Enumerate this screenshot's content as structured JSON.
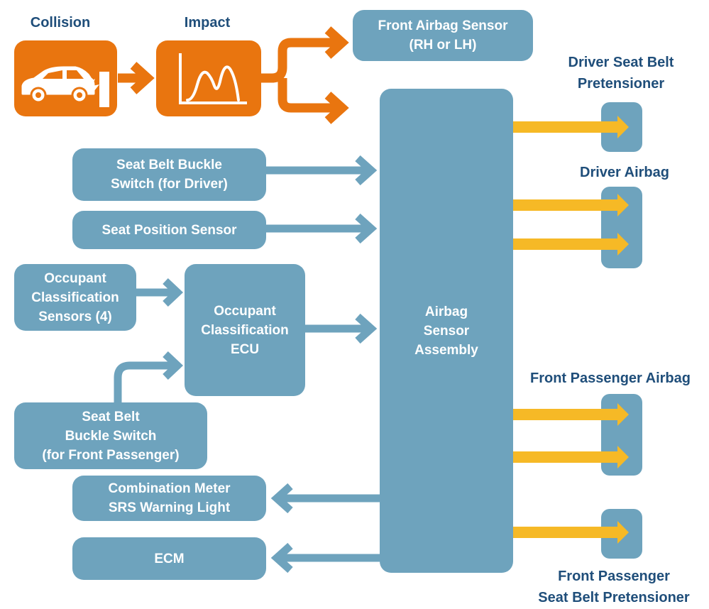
{
  "colors": {
    "box": "#6ea3bd",
    "orange": "#e9750f",
    "yellow_arrow": "#f6b926",
    "label_text": "#1f4e7a"
  },
  "top": {
    "collision_label": "Collision",
    "impact_label": "Impact"
  },
  "front_airbag_sensor": {
    "lines": [
      "Front Airbag Sensor",
      "(RH or LH)"
    ]
  },
  "inputs": {
    "buckle_driver": {
      "lines": [
        "Seat Belt Buckle",
        "Switch (for Driver)"
      ]
    },
    "seat_position": {
      "lines": [
        "Seat Position Sensor"
      ]
    },
    "occupant_sensors": {
      "lines": [
        "Occupant",
        "Classification",
        "Sensors (4)"
      ]
    },
    "occupant_ecu": {
      "lines": [
        "Occupant",
        "Classification",
        "ECU"
      ]
    },
    "buckle_passenger": {
      "lines": [
        "Seat Belt",
        "Buckle Switch",
        "(for Front Passenger)"
      ]
    }
  },
  "assembly": {
    "lines": [
      "Airbag",
      "Sensor",
      "Assembly"
    ]
  },
  "outputs_left": {
    "combination_meter": {
      "lines": [
        "Combination Meter",
        "SRS Warning Light"
      ]
    },
    "ecm": {
      "lines": [
        "ECM"
      ]
    }
  },
  "outputs_right": {
    "driver_pretensioner": {
      "lines": [
        "Driver Seat Belt",
        "Pretensioner"
      ]
    },
    "driver_airbag": {
      "lines": [
        "Driver Airbag"
      ]
    },
    "passenger_airbag": {
      "lines": [
        "Front Passenger Airbag"
      ]
    },
    "passenger_pretensioner": {
      "lines": [
        "Front Passenger",
        "Seat Belt Pretensioner"
      ]
    }
  },
  "icons": [
    "car-collision-icon",
    "impact-graph-icon"
  ]
}
